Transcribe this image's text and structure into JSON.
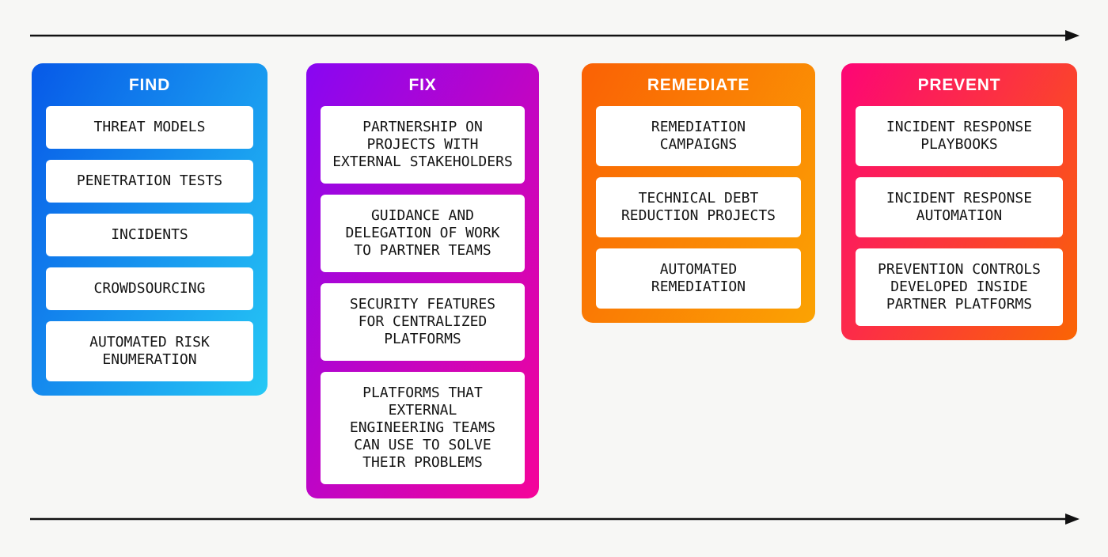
{
  "page": {
    "background": "#f7f7f5",
    "arrow_color": "#111111",
    "card_background": "#ffffff",
    "card_text_color": "#141414"
  },
  "arrows": [
    {
      "name": "timeline-arrow-top",
      "direction": "right"
    },
    {
      "name": "timeline-arrow-bottom",
      "direction": "right"
    }
  ],
  "columns": [
    {
      "id": "find",
      "title": "FIND",
      "accent_from": "#0759e8",
      "accent_to": "#26c9f5",
      "items": [
        "THREAT MODELS",
        "PENETRATION TESTS",
        "INCIDENTS",
        "CROWDSOURCING",
        "AUTOMATED RISK\nENUMERATION"
      ]
    },
    {
      "id": "fix",
      "title": "FIX",
      "accent_from": "#8806f2",
      "accent_to": "#f50499",
      "items": [
        "PARTNERSHIP ON\nPROJECTS WITH\nEXTERNAL STAKEHOLDERS",
        "GUIDANCE AND\nDELEGATION OF WORK\nTO PARTNER TEAMS",
        "SECURITY FEATURES\nFOR CENTRALIZED\nPLATFORMS",
        "PLATFORMS THAT\nEXTERNAL\nENGINEERING TEAMS\nCAN USE TO SOLVE\nTHEIR PROBLEMS"
      ]
    },
    {
      "id": "remediate",
      "title": "REMEDIATE",
      "accent_from": "#fa6105",
      "accent_to": "#fba303",
      "items": [
        "REMEDIATION\nCAMPAIGNS",
        "TECHNICAL DEBT\nREDUCTION PROJECTS",
        "AUTOMATED\nREMEDIATION"
      ]
    },
    {
      "id": "prevent",
      "title": "PREVENT",
      "accent_from": "#fd0576",
      "accent_to": "#fa6504",
      "items": [
        "INCIDENT RESPONSE\nPLAYBOOKS",
        "INCIDENT RESPONSE\nAUTOMATION",
        "PREVENTION CONTROLS\nDEVELOPED INSIDE\nPARTNER PLATFORMS"
      ]
    }
  ]
}
